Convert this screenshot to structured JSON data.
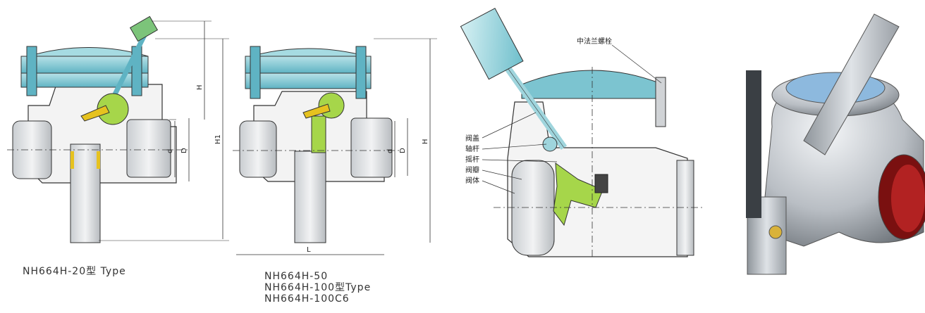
{
  "figures": {
    "fig1": {
      "caption": "NH664H-20型 Type",
      "dims": {
        "H": "H",
        "H1": "H1",
        "d": "d",
        "D": "D"
      }
    },
    "fig2": {
      "caption_lines": [
        "NH664H-50",
        "NH664H-100型Type",
        "NH664H-100C6"
      ],
      "dims": {
        "H": "H",
        "L": "L",
        "d": "d",
        "D": "D"
      }
    },
    "fig3": {
      "callouts": {
        "flange_bolt": "中法兰螺栓",
        "bonnet": "阀盖",
        "shaft": "轴杆",
        "rocker": "摇杆",
        "disc": "阀瓣",
        "body": "阀体"
      }
    },
    "fig4": {}
  },
  "colors": {
    "cap_teal": "#8fd0d8",
    "flange_teal": "#5fb3c3",
    "green_part": "#a6d64a",
    "yellow_part": "#e6c21f",
    "body_gray": "#d9dcdf",
    "line": "#333333"
  }
}
